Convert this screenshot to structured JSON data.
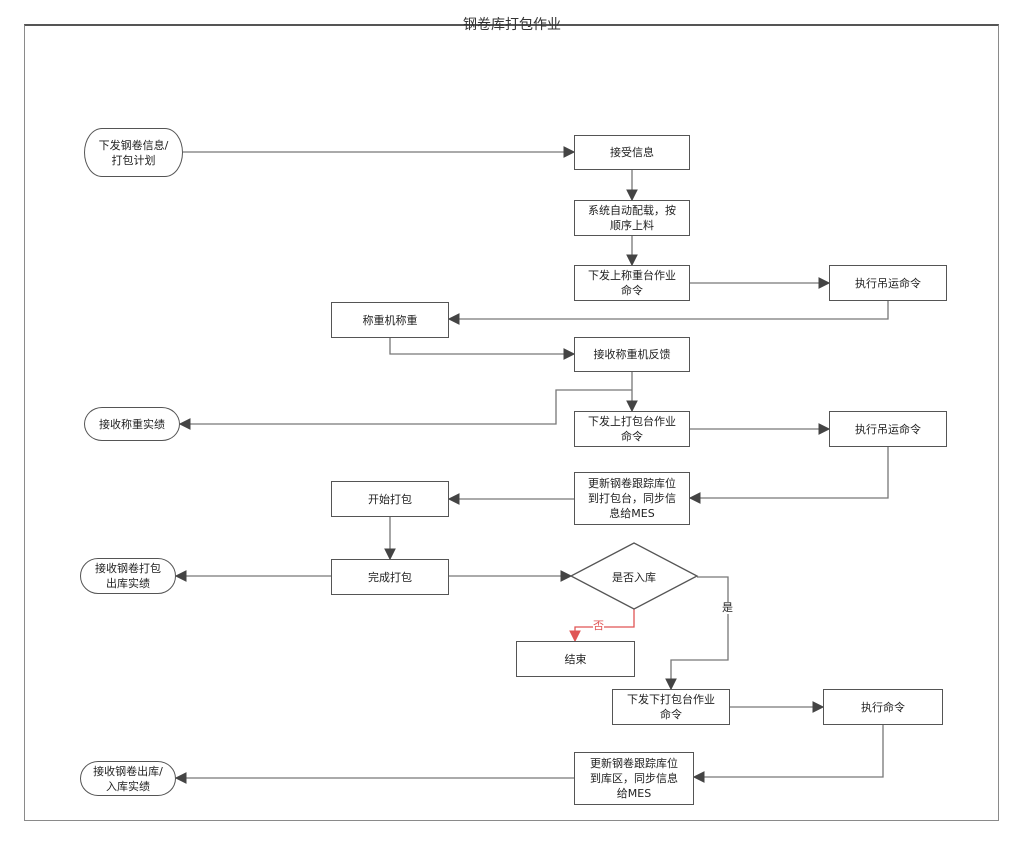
{
  "title": "钢卷库打包作业",
  "colors": {
    "line": "#555555",
    "no_branch": "#e05555",
    "border": "#555555"
  },
  "nodes": [
    {
      "id": "n1",
      "shape": "terminator",
      "text": "下发钢卷信息/\n打包计划"
    },
    {
      "id": "n2",
      "shape": "process",
      "text": "接受信息"
    },
    {
      "id": "n3",
      "shape": "process",
      "text": "系统自动配载，按\n顺序上料"
    },
    {
      "id": "n4",
      "shape": "process",
      "text": "下发上称重台作业\n命令"
    },
    {
      "id": "n5",
      "shape": "process",
      "text": "执行吊运命令"
    },
    {
      "id": "n6",
      "shape": "process",
      "text": "称重机称重"
    },
    {
      "id": "n7",
      "shape": "process",
      "text": "接收称重机反馈"
    },
    {
      "id": "n8",
      "shape": "terminator",
      "text": "接收称重实绩"
    },
    {
      "id": "n9",
      "shape": "process",
      "text": "下发上打包台作业\n命令"
    },
    {
      "id": "n10",
      "shape": "process",
      "text": "执行吊运命令"
    },
    {
      "id": "n11",
      "shape": "process",
      "text": "更新钢卷跟踪库位\n到打包台，同步信\n息给MES"
    },
    {
      "id": "n12",
      "shape": "process",
      "text": "开始打包"
    },
    {
      "id": "n13",
      "shape": "process",
      "text": "完成打包"
    },
    {
      "id": "n14",
      "shape": "terminator",
      "text": "接收钢卷打包\n出库实绩"
    },
    {
      "id": "n15",
      "shape": "decision",
      "text": "是否入库"
    },
    {
      "id": "n16",
      "shape": "process",
      "text": "结束"
    },
    {
      "id": "n17",
      "shape": "process",
      "text": "下发下打包台作业\n命令"
    },
    {
      "id": "n18",
      "shape": "process",
      "text": "执行命令"
    },
    {
      "id": "n19",
      "shape": "process",
      "text": "更新钢卷跟踪库位\n到库区，同步信息\n给MES"
    },
    {
      "id": "n20",
      "shape": "terminator",
      "text": "接收钢卷出库/\n入库实绩"
    }
  ],
  "edges": [
    {
      "from": "n1",
      "to": "n2"
    },
    {
      "from": "n2",
      "to": "n3"
    },
    {
      "from": "n3",
      "to": "n4"
    },
    {
      "from": "n4",
      "to": "n5"
    },
    {
      "from": "n5",
      "to": "n6"
    },
    {
      "from": "n6",
      "to": "n7"
    },
    {
      "from": "n7",
      "to": "n9"
    },
    {
      "from": "n7",
      "to": "n8"
    },
    {
      "from": "n9",
      "to": "n10"
    },
    {
      "from": "n10",
      "to": "n11"
    },
    {
      "from": "n11",
      "to": "n12"
    },
    {
      "from": "n12",
      "to": "n13"
    },
    {
      "from": "n13",
      "to": "n14"
    },
    {
      "from": "n13",
      "to": "n15"
    },
    {
      "from": "n15",
      "to": "n16",
      "label": "否"
    },
    {
      "from": "n15",
      "to": "n17",
      "label": "是"
    },
    {
      "from": "n17",
      "to": "n18"
    },
    {
      "from": "n18",
      "to": "n19"
    },
    {
      "from": "n19",
      "to": "n20"
    }
  ]
}
